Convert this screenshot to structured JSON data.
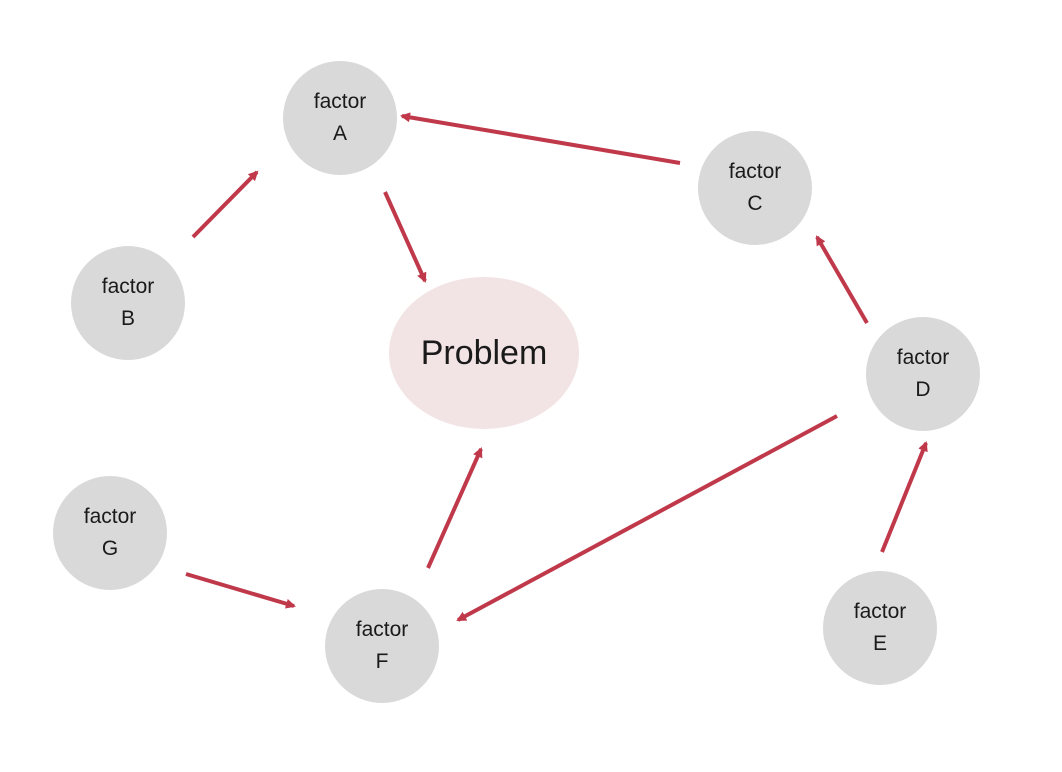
{
  "colors": {
    "arrow": "#c0394b",
    "factor_fill": "#d9d9d9",
    "problem_fill": "#f2e4e4",
    "text": "#1a1a1a"
  },
  "problem": {
    "label": "Problem"
  },
  "factors": {
    "A": {
      "line1": "factor",
      "line2": "A"
    },
    "B": {
      "line1": "factor",
      "line2": "B"
    },
    "C": {
      "line1": "factor",
      "line2": "C"
    },
    "D": {
      "line1": "factor",
      "line2": "D"
    },
    "E": {
      "line1": "factor",
      "line2": "E"
    },
    "F": {
      "line1": "factor",
      "line2": "F"
    },
    "G": {
      "line1": "factor",
      "line2": "G"
    }
  },
  "edges": [
    {
      "from": "B",
      "to": "A"
    },
    {
      "from": "A",
      "to": "Problem"
    },
    {
      "from": "C",
      "to": "A"
    },
    {
      "from": "D",
      "to": "C"
    },
    {
      "from": "E",
      "to": "D"
    },
    {
      "from": "D",
      "to": "F"
    },
    {
      "from": "G",
      "to": "F"
    },
    {
      "from": "F",
      "to": "Problem"
    }
  ]
}
